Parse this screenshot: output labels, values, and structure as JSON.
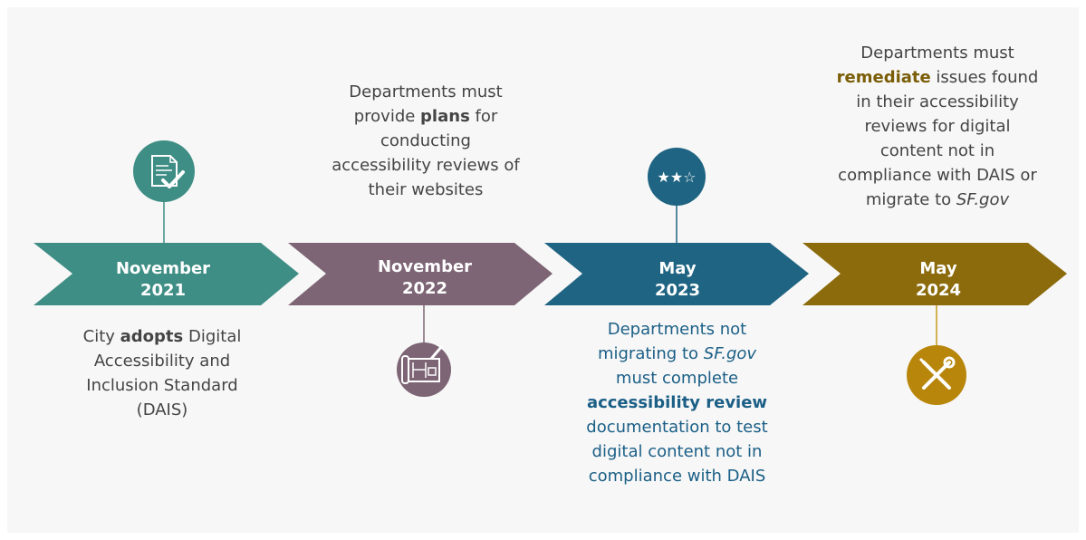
{
  "colors": {
    "teal": "#3f8e85",
    "mauve": "#7d6575",
    "blue": "#1f6482",
    "gold": "#8c6b0c"
  },
  "milestones": [
    {
      "label_line1": "November",
      "label_line2": "2021",
      "icon": "document-check-icon",
      "description": [
        [
          "City ",
          "adopts",
          " Digital"
        ],
        [
          "Accessibility and"
        ],
        [
          "Inclusion Standard"
        ],
        [
          "(DAIS)"
        ]
      ]
    },
    {
      "label_line1": "November",
      "label_line2": "2022",
      "icon": "blueprint-plan-icon",
      "description": [
        [
          "Departments must"
        ],
        [
          "provide ",
          "plans",
          " for"
        ],
        [
          "conducting"
        ],
        [
          "accessibility reviews of"
        ],
        [
          "their websites"
        ]
      ]
    },
    {
      "label_line1": "May",
      "label_line2": "2023",
      "icon": "rating-stars-icon",
      "icon_text": "★★☆",
      "description": [
        [
          "Departments not"
        ],
        [
          "migrating to ",
          "SF.gov"
        ],
        [
          "must complete"
        ],
        [
          "accessibility review"
        ],
        [
          "documentation to test"
        ],
        [
          "digital content not in"
        ],
        [
          "compliance with DAIS"
        ]
      ]
    },
    {
      "label_line1": "May",
      "label_line2": "2024",
      "icon": "tools-wrench-screwdriver-icon",
      "description": [
        [
          "Departments must"
        ],
        [
          "remediate",
          " issues found"
        ],
        [
          "in their accessibility"
        ],
        [
          "reviews for digital"
        ],
        [
          "content not in"
        ],
        [
          "compliance with DAIS or"
        ],
        [
          "migrate to ",
          "SF.gov"
        ]
      ]
    }
  ]
}
